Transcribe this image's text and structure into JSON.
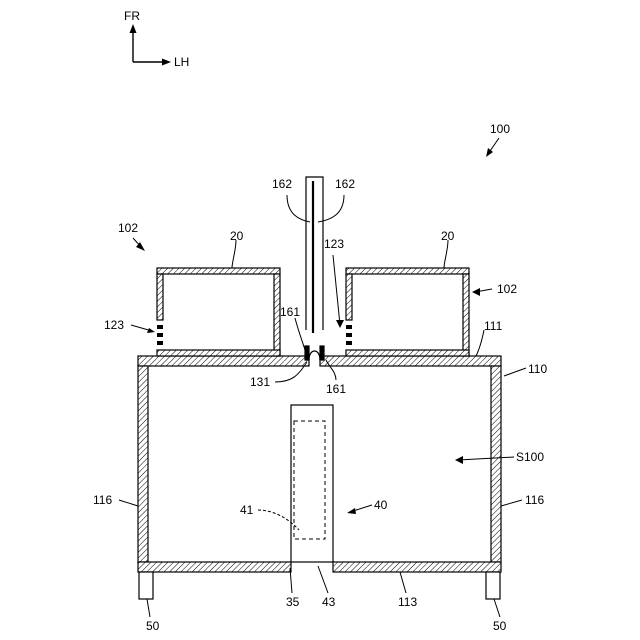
{
  "axes": {
    "fr": "FR",
    "lh": "LH"
  },
  "labels": {
    "l100": "100",
    "l102_left": "102",
    "l102_right": "102",
    "l20_left": "20",
    "l20_right": "20",
    "l162_left": "162",
    "l162_right": "162",
    "l123_left": "123",
    "l123_center": "123",
    "l161_left": "161",
    "l161_right": "161",
    "l131": "131",
    "l111": "111",
    "l110": "110",
    "lS100": "S100",
    "l116_left": "116",
    "l116_right": "116",
    "l40": "40",
    "l41": "41",
    "l35": "35",
    "l43": "43",
    "l113": "113",
    "l50_left": "50",
    "l50_right": "50"
  },
  "colors": {
    "line": "#000000",
    "background": "#ffffff"
  }
}
